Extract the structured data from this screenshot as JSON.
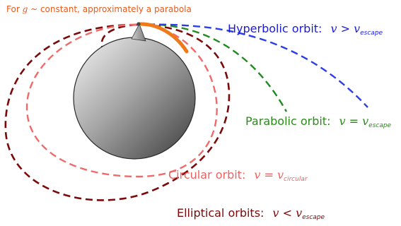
{
  "note": {
    "prefix": "For",
    "symbol": "g",
    "suffix": " ~ constant, approximately a parabola"
  },
  "orbits": {
    "hyperbolic": {
      "name": "Hyperbolic orbit:",
      "v": "v",
      "rel": ">",
      "base": "v",
      "sub": "escape",
      "color": "#2a3de8"
    },
    "parabolic": {
      "name": "Parabolic orbit:",
      "v": "v",
      "rel": "=",
      "base": "v",
      "sub": "escape",
      "color": "#1f8a1f"
    },
    "circular": {
      "name": "Circular orbit:",
      "v": "v",
      "rel": "=",
      "base": "v",
      "sub": "circular",
      "color": "#f06a6a"
    },
    "elliptical": {
      "name": "Elliptical orbits:",
      "v": "v",
      "rel": "<",
      "base": "v",
      "sub": "escape",
      "color": "#7a0a0a"
    }
  },
  "colors": {
    "note": "#e8591c",
    "trajectory": "#f07a1a",
    "planet_light": "#eeeeee",
    "planet_dark": "#3c3c3c"
  }
}
